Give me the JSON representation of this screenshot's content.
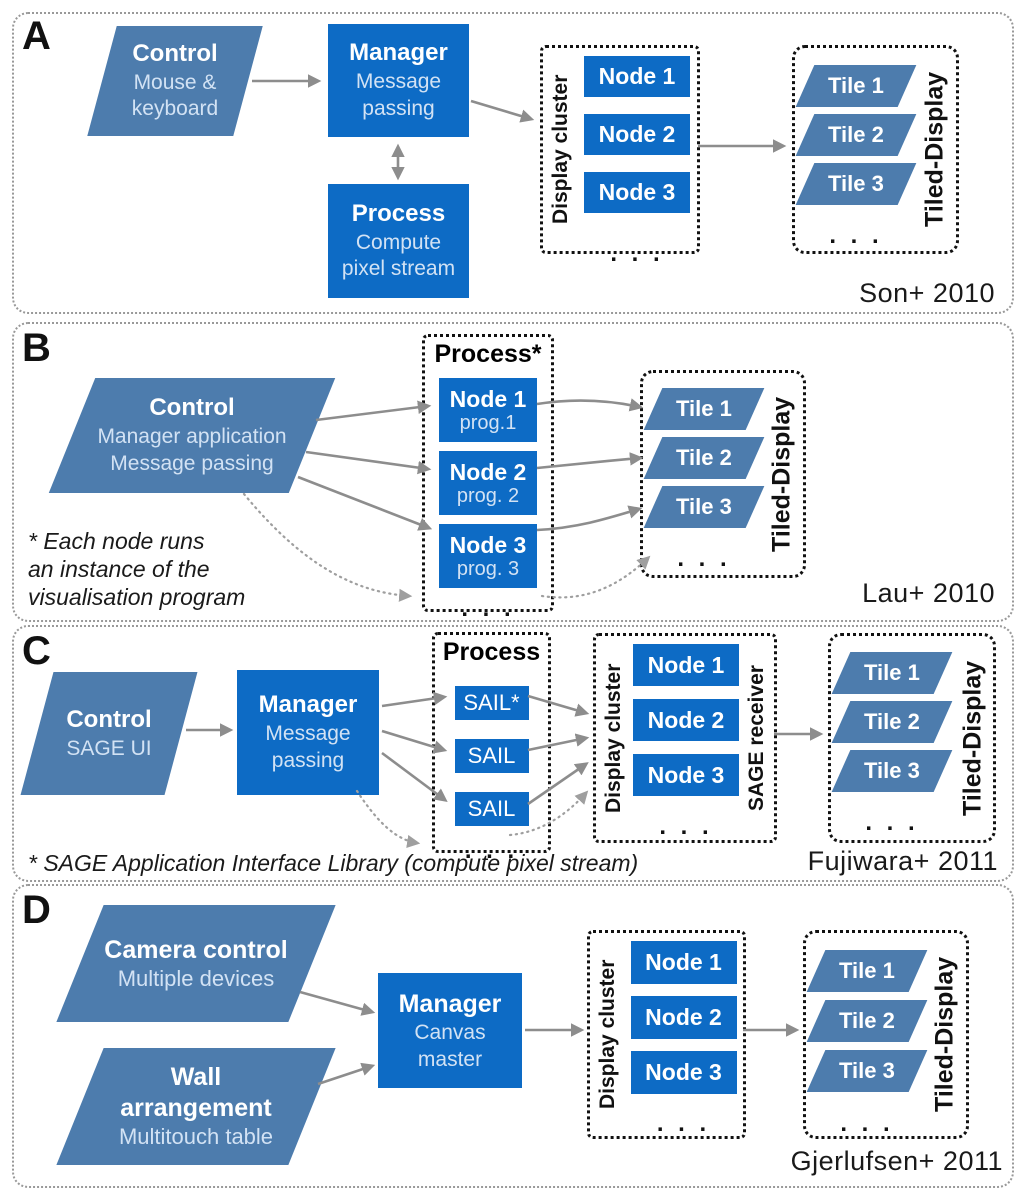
{
  "figure": {
    "colors": {
      "box_blue": "#0d6bc5",
      "parallelogram_blue": "#4d7cad",
      "subtitle_text": "#d2e2f4",
      "arrow_gray": "#8d8d8d",
      "dotted_arrow_gray": "#9f9f9f",
      "panel_border_gray": "#999999",
      "inner_border_black": "#111111",
      "citation_text": "#1a1a1a"
    }
  },
  "panels": {
    "a": {
      "letter": "A",
      "citation": "Son+ 2010",
      "control": {
        "title": "Control",
        "line1": "Mouse &",
        "line2": "keyboard"
      },
      "manager": {
        "title": "Manager",
        "line1": "Message",
        "line2": "passing"
      },
      "process": {
        "title": "Process",
        "line1": "Compute",
        "line2": "pixel stream"
      },
      "cluster": {
        "label": "Display cluster",
        "nodes": [
          "Node 1",
          "Node 2",
          "Node 3"
        ],
        "dots": ". . ."
      },
      "tiled": {
        "label": "Tiled-Display",
        "tiles": [
          "Tile 1",
          "Tile 2",
          "Tile 3"
        ],
        "dots": ". . ."
      }
    },
    "b": {
      "letter": "B",
      "citation": "Lau+ 2010",
      "control": {
        "title": "Control",
        "line1": "Manager application",
        "line2": "Message passing"
      },
      "process": {
        "title": "Process*",
        "nodes": [
          {
            "name": "Node 1",
            "prog": "prog.1"
          },
          {
            "name": "Node 2",
            "prog": "prog. 2"
          },
          {
            "name": "Node 3",
            "prog": "prog. 3"
          }
        ],
        "dots": ". . ."
      },
      "tiled": {
        "label": "Tiled-Display",
        "tiles": [
          "Tile 1",
          "Tile 2",
          "Tile 3"
        ],
        "dots": ". . ."
      },
      "footnote": {
        "line1": "* Each node runs",
        "line2": "an instance of the",
        "line3": "visualisation program"
      }
    },
    "c": {
      "letter": "C",
      "citation": "Fujiwara+ 2011",
      "control": {
        "title": "Control",
        "line1": "SAGE UI"
      },
      "manager": {
        "title": "Manager",
        "line1": "Message",
        "line2": "passing"
      },
      "process": {
        "title": "Process",
        "items": [
          "SAIL*",
          "SAIL",
          "SAIL"
        ],
        "dots": ". . ."
      },
      "cluster": {
        "label": "Display cluster",
        "right_label": "SAGE receiver",
        "nodes": [
          "Node 1",
          "Node 2",
          "Node 3"
        ],
        "dots": ". . ."
      },
      "tiled": {
        "label": "Tiled-Display",
        "tiles": [
          "Tile 1",
          "Tile 2",
          "Tile 3"
        ],
        "dots": ". . ."
      },
      "footnote": "* SAGE Application Interface Library (compute pixel stream)"
    },
    "d": {
      "letter": "D",
      "citation": "Gjerlufsen+ 2011",
      "camera": {
        "title": "Camera control",
        "line1": "Multiple devices"
      },
      "wall": {
        "title1": "Wall",
        "title2": "arrangement",
        "line1": "Multitouch table"
      },
      "manager": {
        "title": "Manager",
        "line1": "Canvas",
        "line2": "master"
      },
      "cluster": {
        "label": "Display cluster",
        "nodes": [
          "Node 1",
          "Node 2",
          "Node 3"
        ],
        "dots": ". . ."
      },
      "tiled": {
        "label": "Tiled-Display",
        "tiles": [
          "Tile 1",
          "Tile 2",
          "Tile 3"
        ],
        "dots": ". . ."
      }
    }
  }
}
